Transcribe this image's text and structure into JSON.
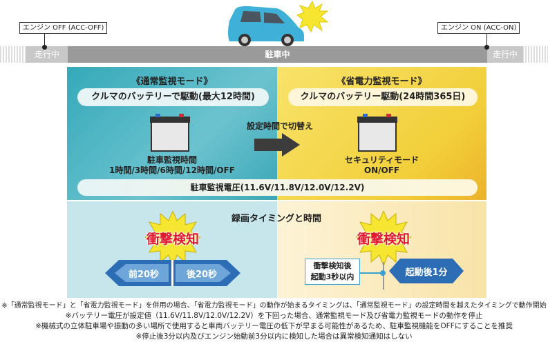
{
  "timeline": {
    "engine_off": "エンジン OFF (ACC-OFF)",
    "engine_on": "エンジン ON (ACC-ON)",
    "driving_left": "走行中",
    "parked": "駐車中",
    "driving_right": "走行中"
  },
  "normal_mode": {
    "title": "《通常監視モード》",
    "power_source": "クルマのバッテリーで駆動(最大12時間)",
    "caption_line1": "駐車監視時間",
    "caption_line2": "1時間/3時間/6時間/12時間/OFF"
  },
  "switch_label": "設定時間で切替え",
  "power_save_mode": {
    "title": "《省電力監視モード》",
    "power_source": "クルマのバッテリー駆動(24時間365日)",
    "caption_line1": "セキュリティモード",
    "caption_line2": "ON/OFF"
  },
  "voltage": "駐車監視電圧(11.6V/11.8V/12.0V/12.2V)",
  "recording": {
    "title": "録画タイミングと時間",
    "left_impact": "衝撃検知",
    "before": "前20秒",
    "after": "後20秒",
    "right_impact": "衝撃検知",
    "startup_line1": "衝撃検知後",
    "startup_line2": "起動3秒以内",
    "after_start": "起動後1分"
  },
  "footnotes": [
    "※「通常監視モード」と「省電力監視モード」を併用の場合、「省電力監視モード」の動作が始まるタイミングは、「通常監視モード」の設定時間を越えたタイミングで動作開始",
    "※バッテリー電圧が設定値（11.6V/11.8V/12.0V/12.2V）を下回った場合、通常監視モード及び省電力監視モードの動作を停止",
    "※機械式の立体駐車場や振動の多い場所で使用すると車両バッテリー電圧の低下が早まる可能性があるため、駐車監視機能をOFFにすることを推奨",
    "※停止後3分以内及びエンジン始動前3分以内に検知した場合は異常検知通知はしない"
  ]
}
